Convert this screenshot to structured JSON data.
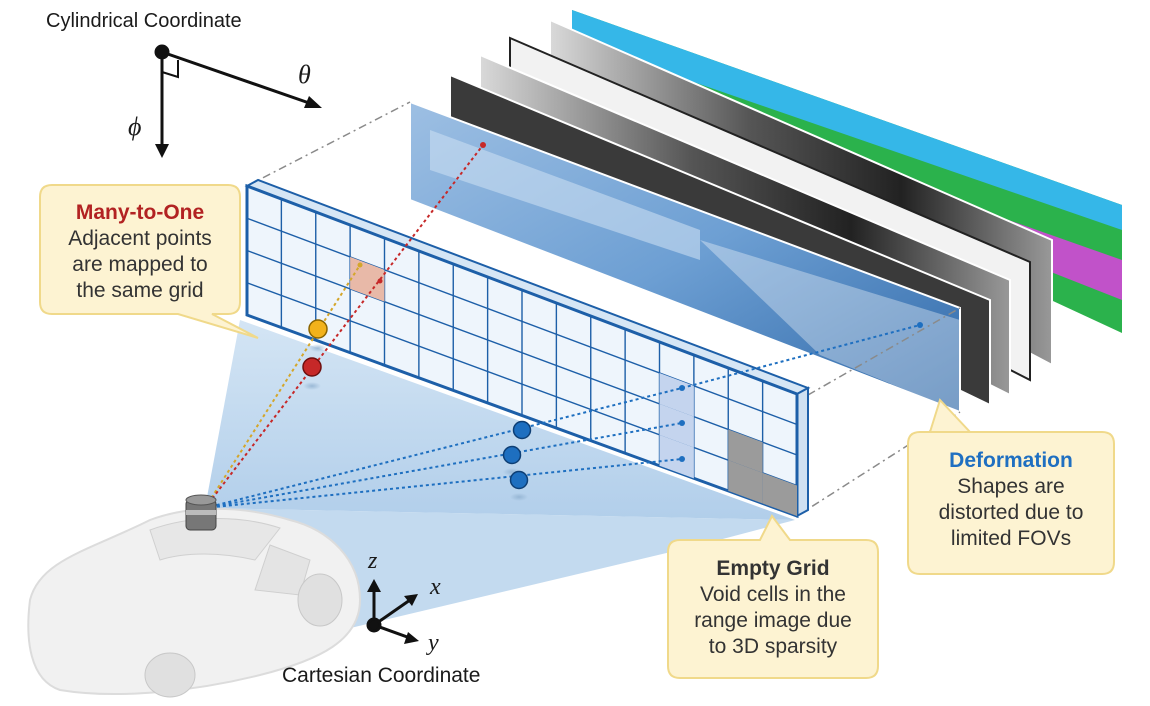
{
  "labels": {
    "cylindrical": "Cylindrical Coordinate",
    "cartesian": "Cartesian Coordinate",
    "theta": "θ",
    "phi": "ϕ",
    "x": "x",
    "y": "y",
    "z": "z"
  },
  "callouts": {
    "many_to_one": {
      "title": "Many-to-One",
      "lines": [
        "Adjacent points",
        "are mapped to",
        "the same grid"
      ]
    },
    "deformation": {
      "title": "Deformation",
      "lines": [
        "Shapes are",
        "distorted due to",
        "limited FOVs"
      ]
    },
    "empty_grid": {
      "title": "Empty Grid",
      "lines": [
        "Void cells in the",
        "range image due",
        "to 3D sparsity"
      ]
    }
  },
  "colors": {
    "title_red": "#b22222",
    "title_blue": "#1f6fc1",
    "title_dark": "#333333",
    "callout_fill": "#fdf3d2",
    "callout_stroke": "#f0d98a",
    "grid_stroke": "#1d5fa8",
    "grid_fill": "#eaf3fb",
    "projection_fill": "#bcd6ee",
    "point_yellow": "#f2b21b",
    "point_red": "#c62828",
    "point_blue": "#1e6fc0"
  }
}
